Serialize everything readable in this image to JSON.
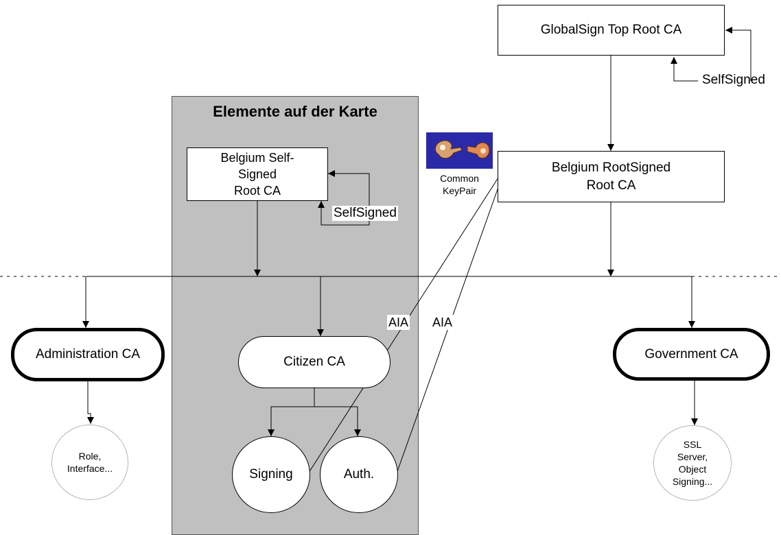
{
  "panel": {
    "title": "Elemente auf der Karte"
  },
  "nodes": {
    "globalsign_root": "GlobalSign Top Root CA",
    "belgium_rootsigned": "Belgium RootSigned\nRoot CA",
    "belgium_selfsigned": "Belgium Self-\nSigned\nRoot CA",
    "administration_ca": "Administration CA",
    "citizen_ca": "Citizen CA",
    "government_ca": "Government CA",
    "signing": "Signing",
    "auth": "Auth.",
    "role_interface": "Role,\nInterface...",
    "ssl_object": "SSL\nServer,\nObject\nSigning..."
  },
  "labels": {
    "selfsigned_top": "SelfSigned",
    "selfsigned_panel": "SelfSigned",
    "aia_1": "AIA",
    "aia_2": "AIA",
    "common_keypair": "Common\nKeyPair"
  },
  "icons": {
    "keypair": "keypair-icon"
  }
}
